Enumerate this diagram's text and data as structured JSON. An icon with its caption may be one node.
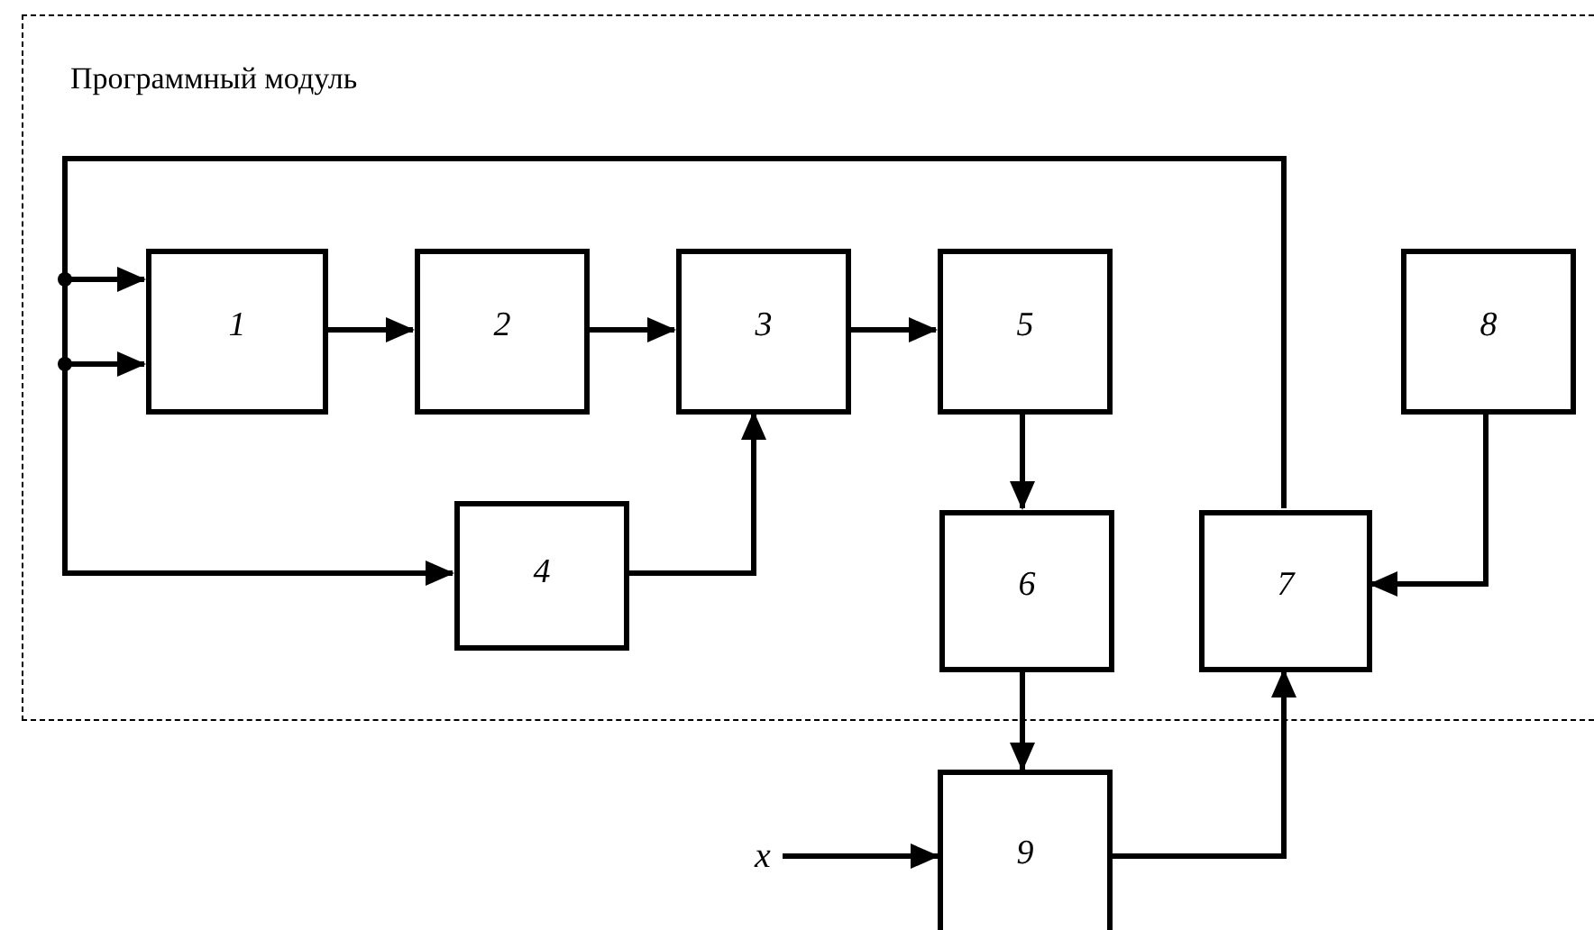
{
  "diagram": {
    "nodes": [
      {
        "text": [
          "Программный модуль"
        ]
      },
      {
        "text": [
          "1"
        ],
        "in": 0
      },
      {
        "text": [
          "2"
        ],
        "in": 0
      },
      {
        "text": [
          "3"
        ],
        "in": 0
      },
      {
        "text": [
          "5"
        ],
        "in": 0
      },
      {
        "text": [
          "4"
        ],
        "in": 0
      },
      {
        "text": [
          "6"
        ],
        "in": 0
      },
      {
        "text": [
          "7"
        ],
        "in": 0
      },
      {
        "text": [
          "8"
        ],
        "in": 0
      },
      {
        "text": [
          "9"
        ]
      },
      {
        "text": [
          "x"
        ]
      }
    ],
    "edges": [
      {
        "from": 7,
        "to": 1,
        "arrow": "to"
      },
      {
        "from": 7,
        "to": 1,
        "arrow": "to"
      },
      {
        "from": 7,
        "to": 5,
        "arrow": "to"
      },
      {
        "from": 1,
        "to": 2,
        "arrow": "to"
      },
      {
        "from": 2,
        "to": 3,
        "arrow": "to"
      },
      {
        "from": 3,
        "to": 4,
        "arrow": "to"
      },
      {
        "from": 4,
        "to": 6,
        "arrow": "to"
      },
      {
        "from": 5,
        "to": 3,
        "arrow": "to"
      },
      {
        "from": 8,
        "to": 7,
        "arrow": "to"
      },
      {
        "from": 6,
        "to": 9,
        "arrow": "to"
      },
      {
        "from": 9,
        "to": 7,
        "arrow": "to"
      },
      {
        "from": 10,
        "to": 9,
        "arrow": "to"
      }
    ]
  }
}
